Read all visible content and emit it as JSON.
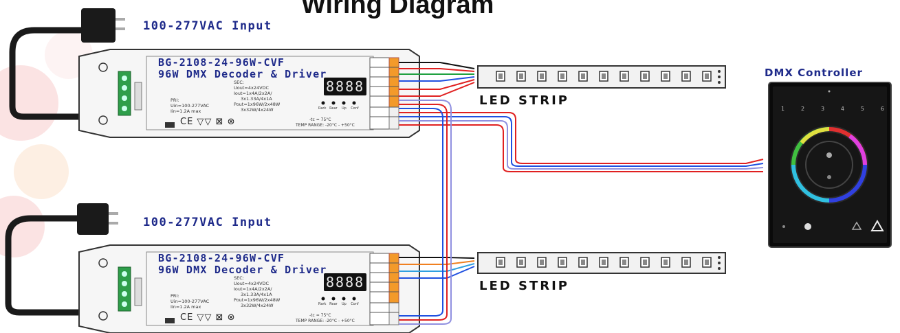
{
  "diagram": {
    "title": "Wiring Diagram",
    "controller_label": "DMX Controller",
    "controller_zones": [
      "1",
      "2",
      "3",
      "4",
      "5",
      "6"
    ],
    "strip_label": "LED STRIP",
    "drivers": [
      {
        "input_label": "100-277VAC Input",
        "model": "BG-2108-24-96W-CVF",
        "subtitle": "96W DMX Decoder & Driver",
        "display": "8888",
        "sec_label": "SEC:",
        "sec_lines": [
          "Uout=4x24VDC",
          "Iout=1x4A/2x2A/",
          "3x1.33A/4x1A",
          "Pout=1x96W/2x48W",
          "3x32W/4x24W"
        ],
        "pri_label": "PRI:",
        "pri_lines": [
          "Uin=100-277VAC",
          "Iin=1.2A max"
        ],
        "buttons": [
          "Rark",
          "Rear",
          "Up",
          "Conf"
        ],
        "temp_lines": [
          "-tc = 75°C",
          "TEMP RANGE: -20°C - +50°C"
        ],
        "certs": "CE ▽▽ ⊠ ⊗"
      },
      {
        "input_label": "100-277VAC Input",
        "model": "BG-2108-24-96W-CVF",
        "subtitle": "96W DMX Decoder & Driver",
        "display": "8888",
        "sec_label": "SEC:",
        "sec_lines": [
          "Uout=4x24VDC",
          "Iout=1x4A/2x2A/",
          "3x1.33A/4x1A",
          "Pout=1x96W/2x48W",
          "3x32W/4x24W"
        ],
        "pri_label": "PRI:",
        "pri_lines": [
          "Uin=100-277VAC",
          "Iin=1.2A max"
        ],
        "buttons": [
          "Rark",
          "Rear",
          "Up",
          "Conf"
        ],
        "temp_lines": [
          "-tc = 75°C",
          "TEMP RANGE: -20°C - +50°C"
        ],
        "certs": "CE ▽▽ ⊠ ⊗"
      }
    ],
    "colors": {
      "title": "#111111",
      "label_blue": "#1e2a8a",
      "wire_red": "#e02020",
      "wire_green": "#20a040",
      "wire_blue": "#2050e0",
      "wire_orange": "#f08020",
      "wire_cyan": "#30a0e0",
      "controller_body": "#0a0a0a",
      "terminal_green": "#2e9e4a",
      "terminal_orange": "#f39a2a"
    },
    "icons": [
      "plug-icon",
      "led-strip-icon",
      "color-wheel-icon",
      "terminal-block-icon"
    ]
  }
}
